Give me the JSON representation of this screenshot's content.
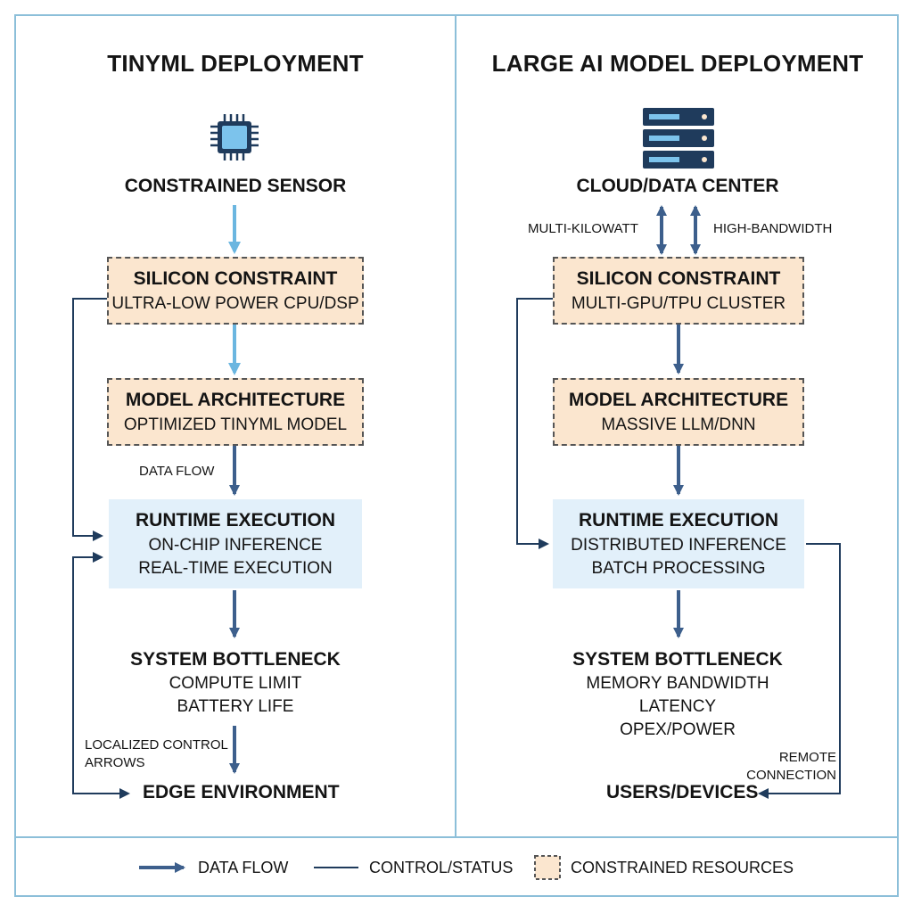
{
  "left_panel": {
    "title": "TINYML DEPLOYMENT",
    "icon": "microchip-icon",
    "source_label": "CONSTRAINED SENSOR",
    "silicon": {
      "heading": "SILICON CONSTRAINT",
      "detail": "ULTRA-LOW POWER CPU/DSP"
    },
    "model": {
      "heading": "MODEL ARCHITECTURE",
      "detail": "OPTIMIZED TINYML MODEL"
    },
    "data_flow_label": "DATA FLOW",
    "runtime": {
      "heading": "RUNTIME EXECUTION",
      "lines": [
        "ON-CHIP INFERENCE",
        "REAL-TIME EXECUTION"
      ]
    },
    "bottleneck": {
      "heading": "SYSTEM BOTTLENECK",
      "lines": [
        "COMPUTE LIMIT",
        "BATTERY LIFE"
      ]
    },
    "control_label": [
      "LOCALIZED CONTROL",
      "ARROWS"
    ],
    "sink_label": "EDGE ENVIRONMENT"
  },
  "right_panel": {
    "title": "LARGE AI MODEL DEPLOYMENT",
    "icon": "server-rack-icon",
    "source_label": "CLOUD/DATA CENTER",
    "power_label": "MULTI-KILOWATT",
    "bandwidth_label": "HIGH-BANDWIDTH",
    "silicon": {
      "heading": "SILICON CONSTRAINT",
      "detail": "MULTI-GPU/TPU CLUSTER"
    },
    "model": {
      "heading": "MODEL ARCHITECTURE",
      "detail": "MASSIVE LLM/DNN"
    },
    "runtime": {
      "heading": "RUNTIME EXECUTION",
      "lines": [
        "DISTRIBUTED INFERENCE",
        "BATCH PROCESSING"
      ]
    },
    "bottleneck": {
      "heading": "SYSTEM BOTTLENECK",
      "lines": [
        "MEMORY BANDWIDTH",
        "LATENCY",
        "OPEX/POWER"
      ]
    },
    "remote_label": [
      "REMOTE",
      "CONNECTION"
    ],
    "sink_label": "USERS/DEVICES"
  },
  "legend": {
    "data_flow": "DATA FLOW",
    "control_status": "CONTROL/STATUS",
    "constrained_resources": "CONSTRAINED RESOURCES"
  },
  "colors": {
    "border": "#8cbfd9",
    "data_flow_arrow": "#3d5f8c",
    "sensor_arrow": "#6bb6e0",
    "control_line": "#1f3b5c",
    "constrained_fill": "#fbe6cf",
    "runtime_fill": "#e2f0fa"
  }
}
